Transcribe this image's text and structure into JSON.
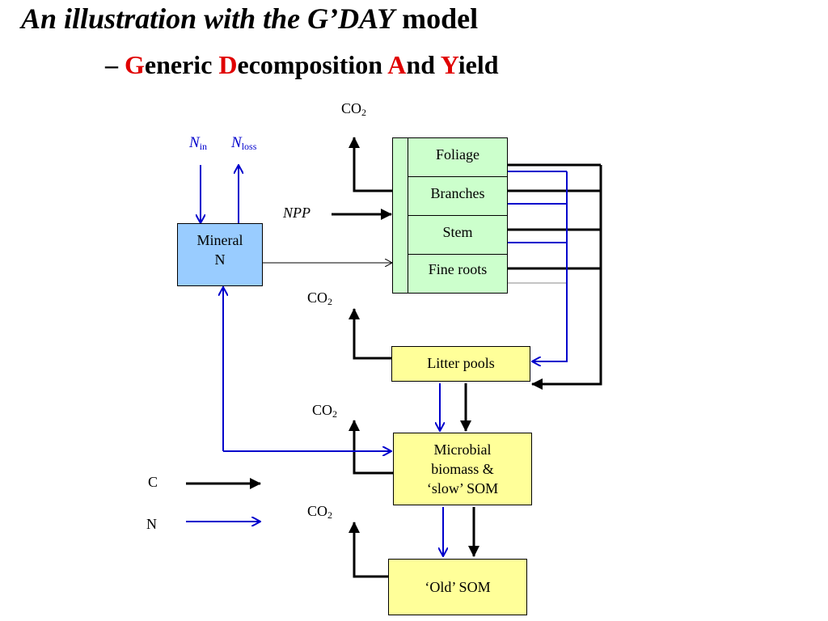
{
  "title": {
    "line1_pre": "An illustration with the ",
    "line1_model": "G’DAY",
    "line1_post": " model",
    "line2_dash": "– ",
    "line2_g": "G",
    "line2_eneric": "eneric ",
    "line2_d": "D",
    "line2_ecomposition": "ecomposition ",
    "line2_a": "A",
    "line2_nd": "nd ",
    "line2_y": "Y",
    "line2_ield": "ield"
  },
  "nodes": {
    "mineral_line1": "Mineral",
    "mineral_line2": "N",
    "foliage": "Foliage",
    "branches": "Branches",
    "stem": "Stem",
    "fine_roots": "Fine roots",
    "litter": "Litter pools",
    "microbial_line1": "Microbial",
    "microbial_line2": "biomass &",
    "microbial_line3": "‘slow’ SOM",
    "old_som": "‘Old’ SOM"
  },
  "labels": {
    "co2_main": "CO",
    "co2_sub": "2",
    "n_in_main": "N",
    "n_in_sub": "in",
    "n_loss_main": "N",
    "n_loss_sub": "loss",
    "npp": "NPP"
  },
  "legend": {
    "c": "C",
    "n": "N"
  },
  "colors": {
    "carbon_flow": "#000000",
    "nitrogen_flow": "#0000cc",
    "mineral_box": "#99ccff",
    "plant_box": "#ccffcc",
    "soil_box": "#ffff99",
    "highlight": "#e00000"
  }
}
